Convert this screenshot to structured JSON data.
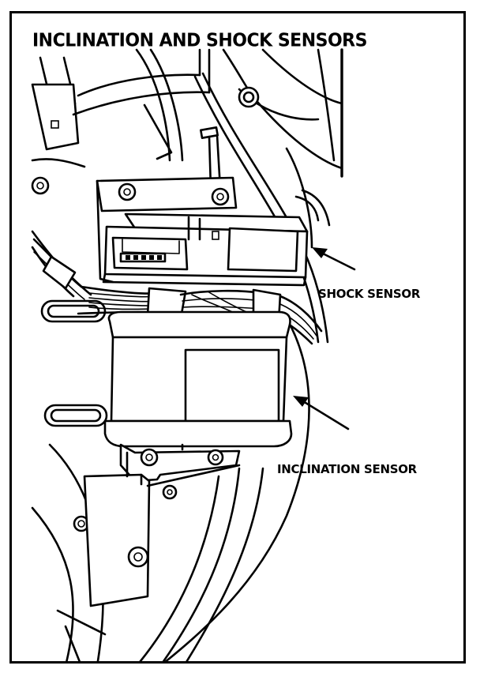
{
  "diagram": {
    "title": "INCLINATION AND SHOCK SENSORS",
    "labels": {
      "shock_sensor": "SHOCK SENSOR",
      "inclination_sensor": "INCLINATION SENSOR"
    }
  }
}
